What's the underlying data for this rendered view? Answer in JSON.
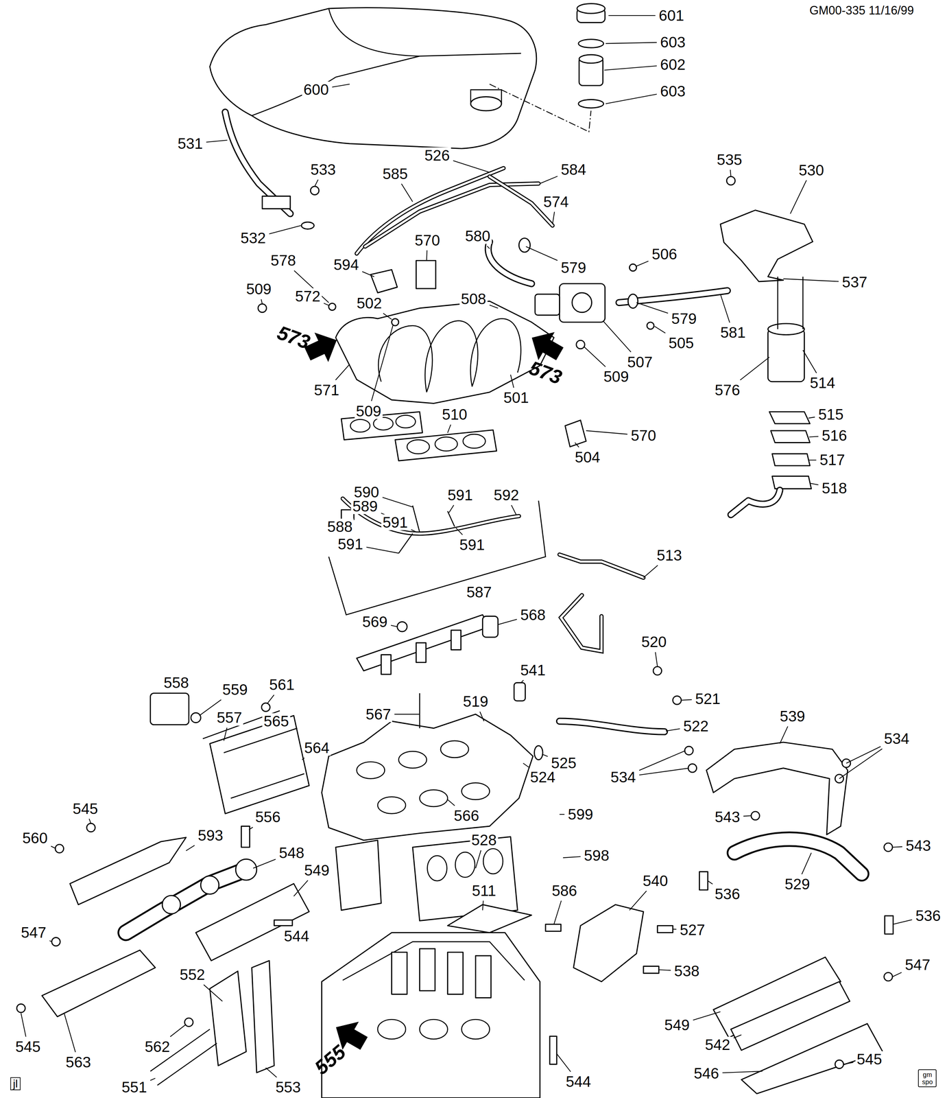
{
  "diagram": {
    "labels": [
      "GM00-335 11/16/99",
      "601",
      "603",
      "602",
      "603",
      "600",
      "531",
      "533",
      "532",
      "526",
      "585",
      "584",
      "574",
      "535",
      "530",
      "537",
      "570",
      "580",
      "579",
      "578",
      "594",
      "506",
      "509",
      "572",
      "502",
      "508",
      "573",
      "573",
      "579",
      "505",
      "581",
      "509",
      "507",
      "501",
      "571",
      "509",
      "510",
      "570",
      "504",
      "576",
      "514",
      "515",
      "516",
      "517",
      "518",
      "590",
      "589",
      "591",
      "592",
      "591",
      "591",
      "588",
      "591",
      "513",
      "587",
      "569",
      "568",
      "520",
      "541",
      "521",
      "567",
      "519",
      "522",
      "558",
      "559",
      "561",
      "557",
      "565",
      "564",
      "539",
      "534",
      "534",
      "524",
      "525",
      "545",
      "560",
      "593",
      "556",
      "548",
      "549",
      "566",
      "599",
      "543",
      "543",
      "528",
      "598",
      "536",
      "529",
      "540",
      "536",
      "511",
      "586",
      "547",
      "544",
      "527",
      "552",
      "538",
      "547",
      "562",
      "545",
      "563",
      "549",
      "542",
      "555",
      "553",
      "551",
      "544",
      "546",
      "545",
      "jl",
      "gm spo"
    ]
  }
}
